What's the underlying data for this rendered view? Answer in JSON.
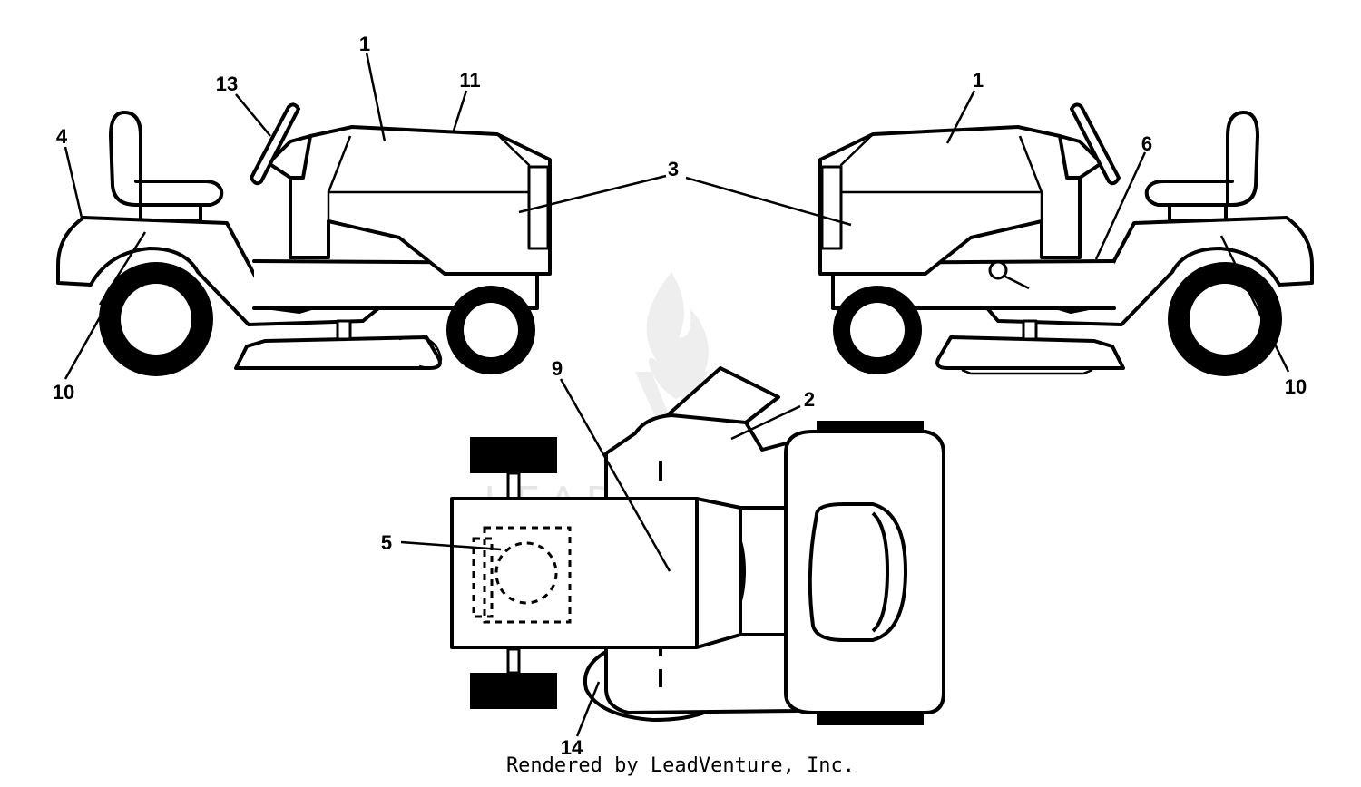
{
  "watermark": {
    "text": "LEADVENTURE"
  },
  "credit": "Rendered by LeadVenture, Inc.",
  "callouts": {
    "left_1": "1",
    "left_13": "13",
    "left_11": "11",
    "left_4": "4",
    "left_10": "10",
    "center_3": "3",
    "right_1": "1",
    "right_6": "6",
    "right_10": "10",
    "top_9": "9",
    "top_2": "2",
    "top_5": "5",
    "top_14": "14"
  },
  "colors": {
    "line": "#000000",
    "background": "#ffffff",
    "watermark": "#e6e6e6"
  }
}
